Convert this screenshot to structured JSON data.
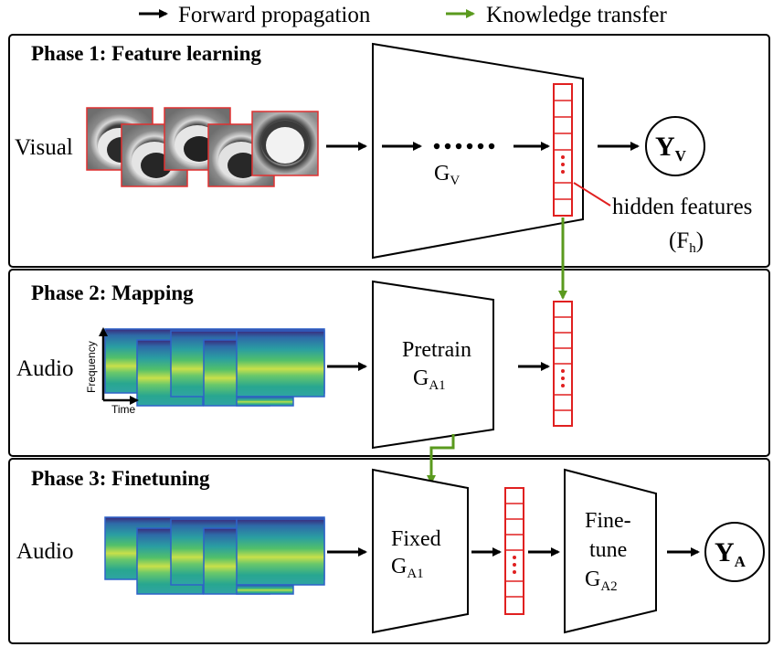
{
  "legend": {
    "forward": "Forward propagation",
    "transfer": "Knowledge transfer"
  },
  "phase1": {
    "title": "Phase 1: Feature learning",
    "input_label": "Visual",
    "network": "G",
    "network_sub": "V",
    "output": "Y",
    "output_sub": "V",
    "hidden_label": "hidden features",
    "hidden_sym": "F",
    "hidden_sub": "h"
  },
  "phase2": {
    "title": "Phase 2: Mapping",
    "input_label": "Audio",
    "axis_y": "Frequency",
    "axis_x": "Time",
    "network_line1": "Pretrain",
    "network": "G",
    "network_sub": "A1"
  },
  "phase3": {
    "title": "Phase 3: Finetuning",
    "input_label": "Audio",
    "fixed_line1": "Fixed",
    "fixed": "G",
    "fixed_sub": "A1",
    "fine_line1": "Fine-",
    "fine_line2": "tune",
    "fine": "G",
    "fine_sub": "A2",
    "output": "Y",
    "output_sub": "A"
  },
  "colors": {
    "arrow": "#000000",
    "transfer": "#5a9a1e",
    "feature": "#e02020"
  }
}
